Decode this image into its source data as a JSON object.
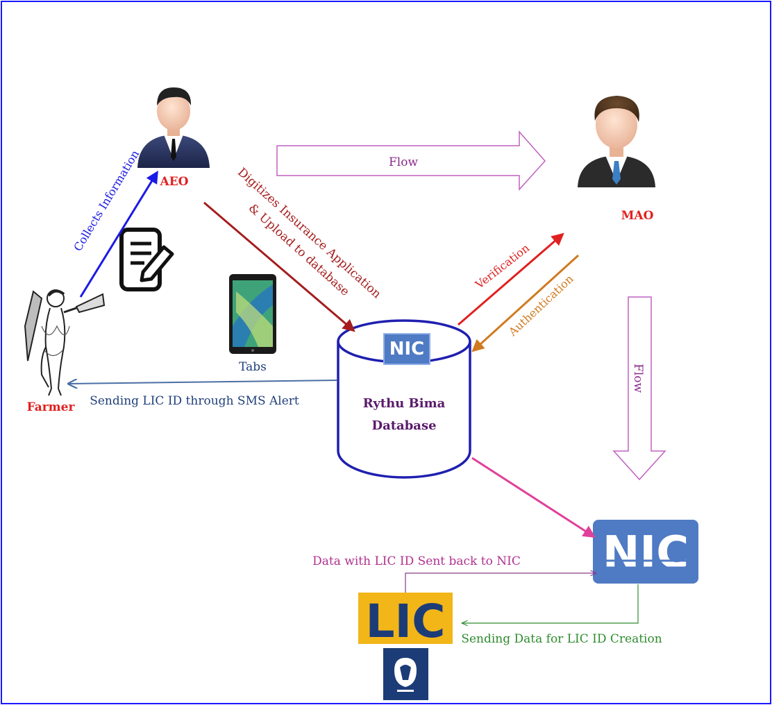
{
  "actors": {
    "aeo": "AEO",
    "mao": "MAO",
    "farmer": "Farmer",
    "tabs": "Tabs"
  },
  "database": {
    "line1": "Rythu Bima",
    "line2": "Database",
    "badge": "NIC"
  },
  "nic_logo": "NIC",
  "lic_logo": "LIC",
  "edges": {
    "collects": "Collects Information",
    "digitizes_line1": "Digitizes Insurance Application",
    "digitizes_line2": "& Upload to database",
    "flow_right": "Flow",
    "flow_down": "Flow",
    "verification": "Verification",
    "authentication": "Authentication",
    "sms": "Sending LIC ID through SMS Alert",
    "data_back": "Data with LIC ID Sent back to NIC",
    "sending_data": "Sending Data for LIC ID Creation"
  },
  "colors": {
    "border": "#1a1aff",
    "blue_arrow": "#1a1ae6",
    "red_arrow": "#b22222",
    "flow_outline": "#c060c0",
    "verification": "#e02020",
    "authentication": "#d07a20",
    "sms_line": "#4a6fa5",
    "pink_arrow": "#e0409a",
    "green": "#2e8b2e",
    "purple_text": "#b03090",
    "nic_blue": "#4f7ac4",
    "lic_yellow": "#f2b619",
    "lic_navy": "#1c3c78",
    "cylinder": "#1f1fb0"
  }
}
